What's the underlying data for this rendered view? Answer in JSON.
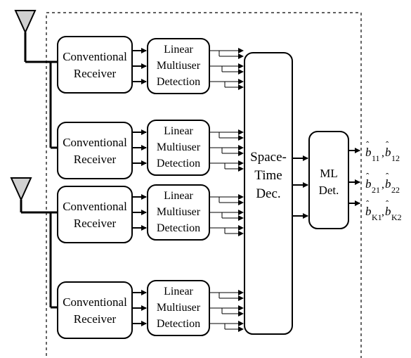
{
  "blocks": {
    "conventional_receiver": [
      "Conventional",
      "Receiver"
    ],
    "linear_multiuser_detection": [
      "Linear",
      "Multiuser",
      "Detection"
    ],
    "space_time_decoder": [
      "Space-",
      "Time",
      "Dec."
    ],
    "ml_detector": [
      "ML",
      "Det."
    ]
  },
  "outputs": [
    {
      "first": "b",
      "first_sub": "11",
      "second": "b",
      "second_sub": "12"
    },
    {
      "first": "b",
      "first_sub": "21",
      "second": "b",
      "second_sub": "22"
    },
    {
      "first": "b",
      "first_sub": "K1",
      "second": "b",
      "second_sub": "K2"
    }
  ],
  "colors": {
    "antenna_fill": "#d0d0d0",
    "line": "#000000",
    "background": "#ffffff"
  }
}
